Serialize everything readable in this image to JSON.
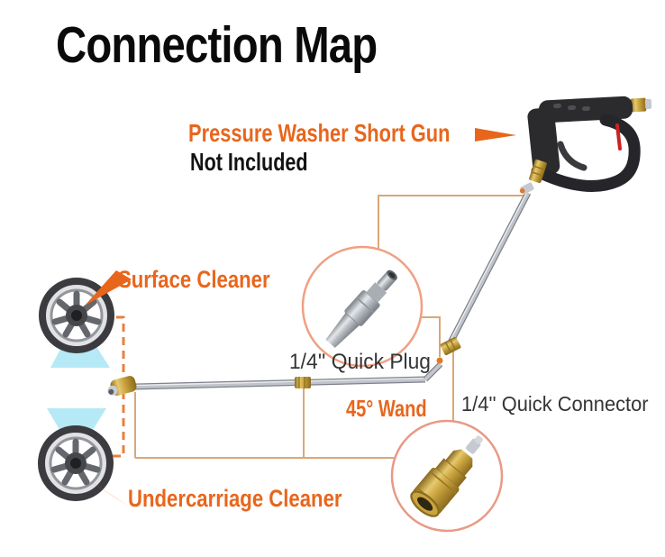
{
  "title": "Connection Map",
  "callouts": {
    "gun": {
      "label": "Pressure Washer Short Gun",
      "note": "Not Included"
    },
    "surface_cleaner": {
      "label": "Surface Cleaner"
    },
    "undercarriage_cleaner": {
      "label": "Undercarriage Cleaner"
    },
    "quick_plug": {
      "label": "1/4'' Quick Plug"
    },
    "wand": {
      "label": "45° Wand"
    },
    "quick_connector": {
      "label": "1/4'' Quick Connector"
    }
  },
  "pictured_parts": [
    "pressure-washer-short-gun",
    "extension-wand",
    "45-degree-undercarriage-wand",
    "quarter-inch-quick-plug",
    "quarter-inch-quick-connector",
    "surface-cleaner",
    "undercarriage-cleaner"
  ],
  "colors": {
    "accent_orange": "#e8661c",
    "callout_line_tan": "#d9a878",
    "dashed_line_orange": "#e8803f",
    "zoom_circle_outline": "#f09e82",
    "spray_blue": "#b5e9f5",
    "brass": "#c9a23a",
    "steel": "#bfc3c9",
    "gun_black": "#2b2b2d",
    "label_gray": "#333436"
  }
}
